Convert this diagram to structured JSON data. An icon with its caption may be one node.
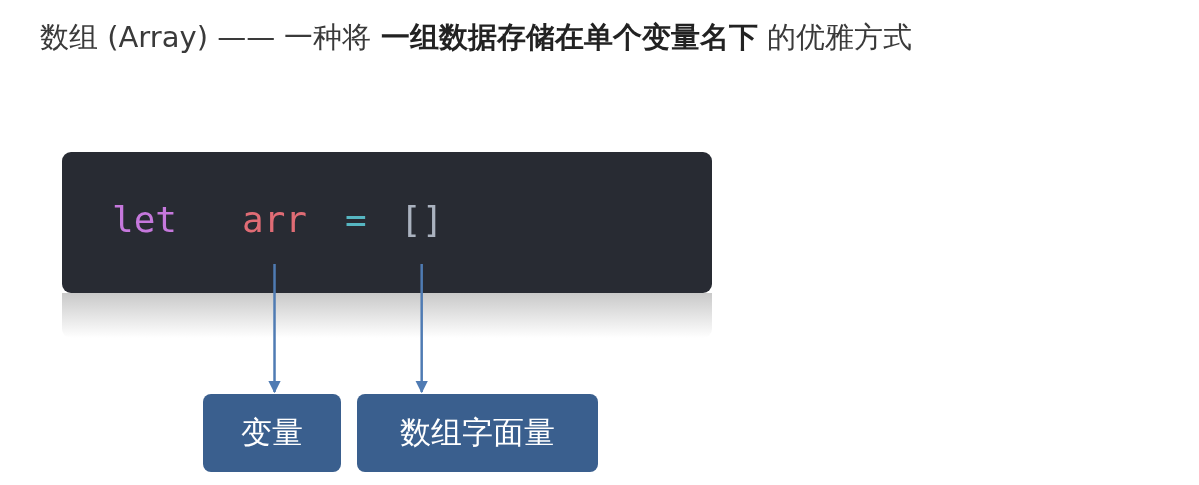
{
  "diagram": {
    "title": "数组 (Array) —— 一种将 **一组数据存储在单个变量名下** 的优雅方式",
    "nodes": [
      {
        "text": [
          "let",
          "="
        ]
      },
      {
        "text": [
          "arr"
        ],
        "in": 0
      },
      {
        "text": [
          "[]"
        ],
        "in": 0
      },
      {
        "text": [
          "变量"
        ]
      },
      {
        "text": [
          "数组字面量"
        ]
      }
    ],
    "edges": [
      {
        "from": 1,
        "to": 3,
        "arrow": "to"
      },
      {
        "from": 2,
        "to": 4,
        "arrow": "to"
      }
    ]
  }
}
